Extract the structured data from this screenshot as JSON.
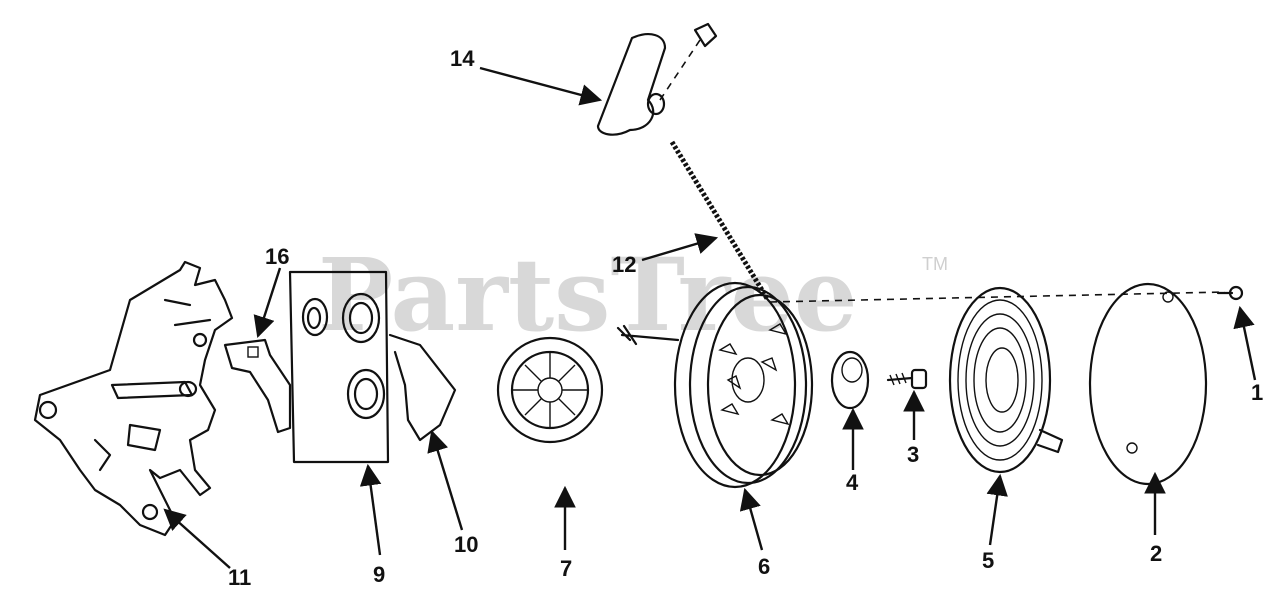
{
  "watermark": {
    "brand": "PartsTree",
    "tm": "TM"
  },
  "parts": [
    {
      "key": "p1",
      "number": "1"
    },
    {
      "key": "p2",
      "number": "2"
    },
    {
      "key": "p3",
      "number": "3"
    },
    {
      "key": "p4",
      "number": "4"
    },
    {
      "key": "p5",
      "number": "5"
    },
    {
      "key": "p6",
      "number": "6"
    },
    {
      "key": "p7",
      "number": "7"
    },
    {
      "key": "p9",
      "number": "9"
    },
    {
      "key": "p10",
      "number": "10"
    },
    {
      "key": "p11",
      "number": "11"
    },
    {
      "key": "p12",
      "number": "12"
    },
    {
      "key": "p14",
      "number": "14"
    },
    {
      "key": "p16",
      "number": "16"
    }
  ]
}
